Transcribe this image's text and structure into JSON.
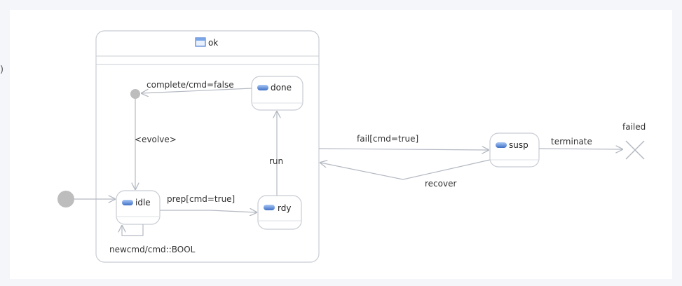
{
  "diagram": {
    "edge_glyph": ")",
    "composite": {
      "name": "ok"
    },
    "states": {
      "done": "done",
      "idle": "idle",
      "rdy": "rdy",
      "susp": "susp"
    },
    "final_state_label": "failed",
    "transitions": {
      "complete": "complete/cmd=false",
      "evolve": "<evolve>",
      "prep": "prep[cmd=true]",
      "run": "run",
      "newcmd": "newcmd/cmd::BOOL",
      "fail": "fail[cmd=true]",
      "recover": "recover",
      "terminate": "terminate"
    },
    "colors": {
      "line": "#b4b9c2",
      "node_stroke": "#c8ccd3",
      "initial_fill": "#bdbdbd",
      "icon_fill": "#4f7fd3",
      "icon_light": "#9fc0f0"
    }
  }
}
